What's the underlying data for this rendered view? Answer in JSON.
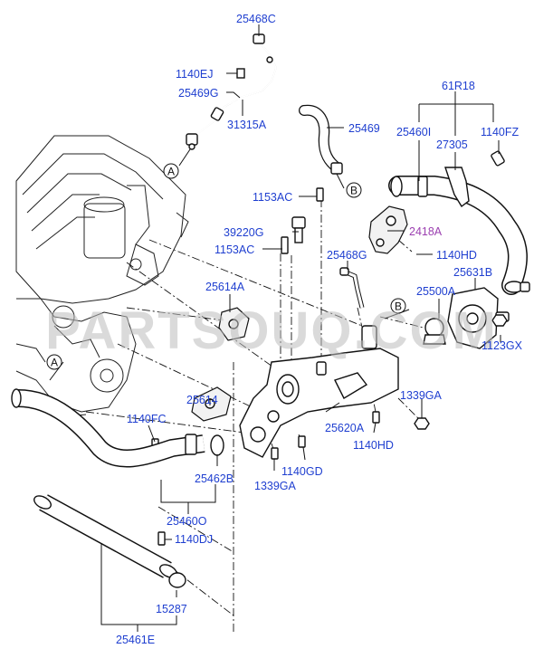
{
  "watermark": "PARTSOUQ.COM",
  "accent_color": "#1f3fd0",
  "highlight_color": "#9b3fb0",
  "parts": [
    {
      "id": "p1",
      "label": "25468C"
    },
    {
      "id": "p2",
      "label": "1140EJ"
    },
    {
      "id": "p3",
      "label": "25469G"
    },
    {
      "id": "p4",
      "label": "31315A"
    },
    {
      "id": "p5",
      "label": "25469"
    },
    {
      "id": "p6",
      "label": "61R18"
    },
    {
      "id": "p7",
      "label": "25460I"
    },
    {
      "id": "p8",
      "label": "1140FZ"
    },
    {
      "id": "p9",
      "label": "27305"
    },
    {
      "id": "p10",
      "label": "1153AC"
    },
    {
      "id": "p11",
      "label": "39220G"
    },
    {
      "id": "p12",
      "label": "1153AC"
    },
    {
      "id": "p13",
      "label": "2418A"
    },
    {
      "id": "p14",
      "label": "1140HD"
    },
    {
      "id": "p15",
      "label": "25468G"
    },
    {
      "id": "p16",
      "label": "25631B"
    },
    {
      "id": "p17",
      "label": "25614A"
    },
    {
      "id": "p18",
      "label": "25500A"
    },
    {
      "id": "p19",
      "label": "1123GX"
    },
    {
      "id": "p20",
      "label": "25614"
    },
    {
      "id": "p21",
      "label": "1339GA"
    },
    {
      "id": "p22",
      "label": "1140FC"
    },
    {
      "id": "p23",
      "label": "25620A"
    },
    {
      "id": "p24",
      "label": "1140HD"
    },
    {
      "id": "p25",
      "label": "1140GD"
    },
    {
      "id": "p26",
      "label": "25462B"
    },
    {
      "id": "p27",
      "label": "1339GA"
    },
    {
      "id": "p28",
      "label": "25460O"
    },
    {
      "id": "p29",
      "label": "1140DJ"
    },
    {
      "id": "p30",
      "label": "15287"
    },
    {
      "id": "p31",
      "label": "25461E"
    }
  ],
  "refs": [
    {
      "id": "rA1",
      "label": "A"
    },
    {
      "id": "rB1",
      "label": "B"
    },
    {
      "id": "rB2",
      "label": "B"
    },
    {
      "id": "rA2",
      "label": "A"
    }
  ]
}
